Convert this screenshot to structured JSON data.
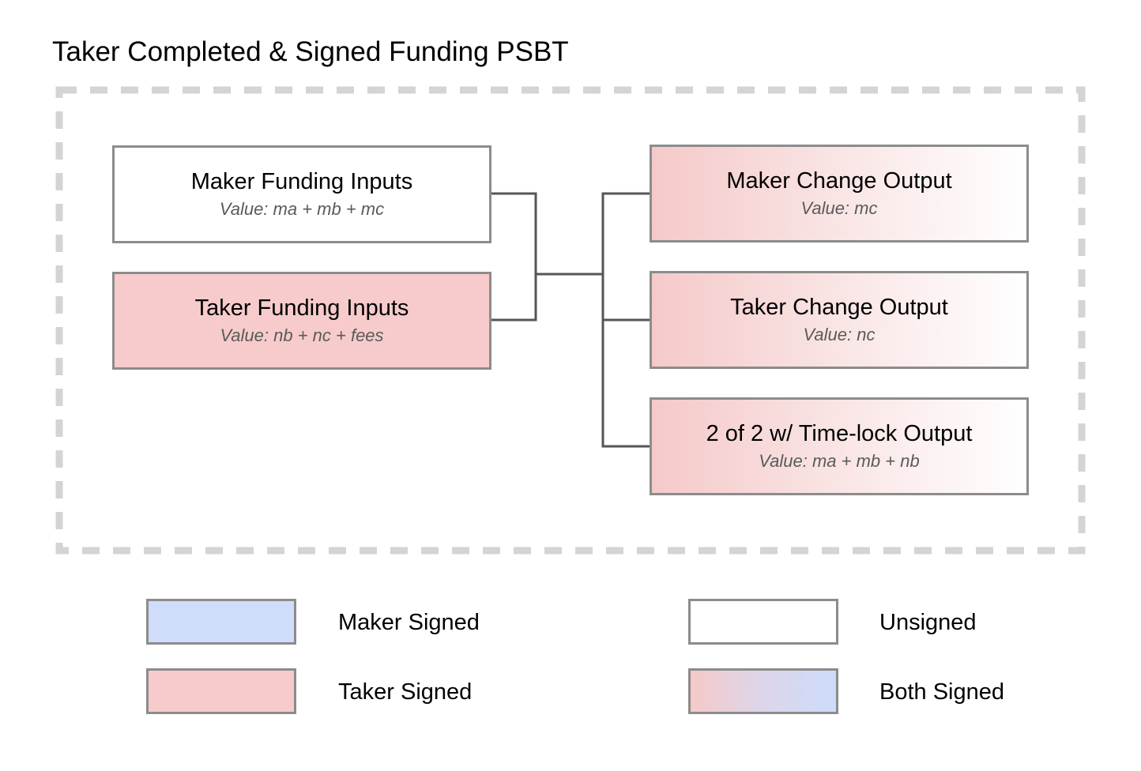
{
  "title": "Taker Completed & Signed Funding PSBT",
  "inputs": [
    {
      "label": "Maker Funding Inputs",
      "value": "Value: ma + mb + mc",
      "status": "unsigned"
    },
    {
      "label": "Taker Funding Inputs",
      "value": "Value: nb + nc + fees",
      "status": "taker-signed"
    }
  ],
  "outputs": [
    {
      "label": "Maker Change Output",
      "value": "Value: mc",
      "status": "taker-signed"
    },
    {
      "label": "Taker Change Output",
      "value": "Value: nc",
      "status": "taker-signed"
    },
    {
      "label": "2 of 2 w/ Time-lock Output",
      "value": "Value: ma + mb + nb",
      "status": "taker-signed"
    }
  ],
  "legend": {
    "maker_signed": "Maker Signed",
    "taker_signed": "Taker Signed",
    "unsigned": "Unsigned",
    "both_signed": "Both Signed"
  },
  "colors": {
    "border": "#8c8c8c",
    "dashed_frame": "#d4d4d4",
    "connector": "#555555",
    "taker_signed": "#f7cbcb",
    "maker_signed": "#cfdcfa",
    "unsigned": "#ffffff"
  }
}
